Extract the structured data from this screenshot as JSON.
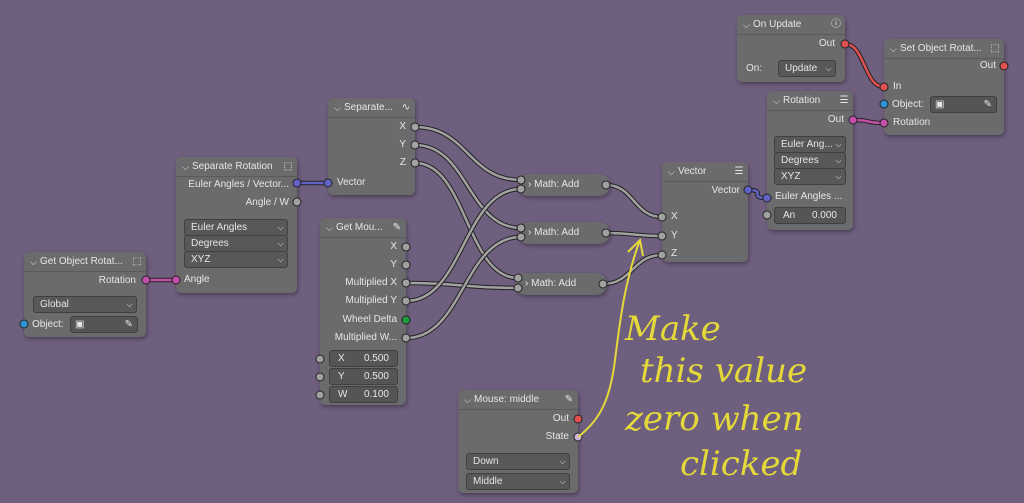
{
  "colors": {
    "background": "#6f5f7f",
    "node": "#6b6b6d",
    "float_socket": "#a1a1a1",
    "vector_socket": "#6363c7",
    "rotation_socket": "#c34fa8",
    "object_socket": "#2e94d6",
    "logic_socket": "#e05050",
    "int_socket": "#1f9b3a",
    "bool_socket": "#ccb3e0",
    "annotation": "#e5d93a"
  },
  "nodes": {
    "get_object_rotation": {
      "title": "Get Object Rotat...",
      "icon": "object-transform-icon",
      "out_rotation": "Rotation",
      "space": "Global",
      "object_label": "Object:"
    },
    "separate_rotation": {
      "title": "Separate Rotation",
      "icon": "object-transform-icon",
      "out_euler": "Euler Angles / Vector...",
      "out_angle": "Angle / W",
      "mode": "Euler Angles",
      "unit": "Degrees",
      "order": "XYZ",
      "in_angle": "Angle"
    },
    "separate_xyz": {
      "title": "Separate...",
      "icon": "wave-icon",
      "out_x": "X",
      "out_y": "Y",
      "out_z": "Z",
      "in_vector": "Vector"
    },
    "get_mouse": {
      "title": "Get Mou...",
      "icon": "pencil-icon",
      "outs": [
        "X",
        "Y",
        "Multiplied X",
        "Multiplied Y",
        "Wheel Delta",
        "Multiplied W..."
      ],
      "inputs": [
        {
          "label": "X",
          "value": "0.500"
        },
        {
          "label": "Y",
          "value": "0.500"
        },
        {
          "label": "W",
          "value": "0.100"
        }
      ]
    },
    "math_add": [
      {
        "title": "Math: Add"
      },
      {
        "title": "Math: Add"
      },
      {
        "title": "Math: Add"
      }
    ],
    "vector": {
      "title": "Vector",
      "icon": "sliders-icon",
      "out_vector": "Vector",
      "in_x": "X",
      "in_y": "Y",
      "in_z": "Z"
    },
    "rotation": {
      "title": "Rotation",
      "icon": "sliders-icon",
      "out": "Out",
      "mode": "Euler Ang...",
      "unit": "Degrees",
      "order": "XYZ",
      "in_euler": "Euler Angles ...",
      "angle_label": "An",
      "angle_value": "0.000"
    },
    "on_update": {
      "title": "On Update",
      "icon": "info-icon",
      "out": "Out",
      "on_label": "On:",
      "on_value": "Update"
    },
    "set_object_rotation": {
      "title": "Set Object Rotat...",
      "icon": "object-transform-icon",
      "out": "Out",
      "in": "In",
      "object_label": "Object:",
      "rotation": "Rotation"
    },
    "mouse_middle": {
      "title": "Mouse: middle",
      "icon": "pencil-icon",
      "out": "Out",
      "state": "State",
      "event": "Down",
      "button": "Middle"
    }
  },
  "annotation": {
    "lines": [
      "Make",
      "this value",
      "zero when",
      "clicked"
    ]
  }
}
